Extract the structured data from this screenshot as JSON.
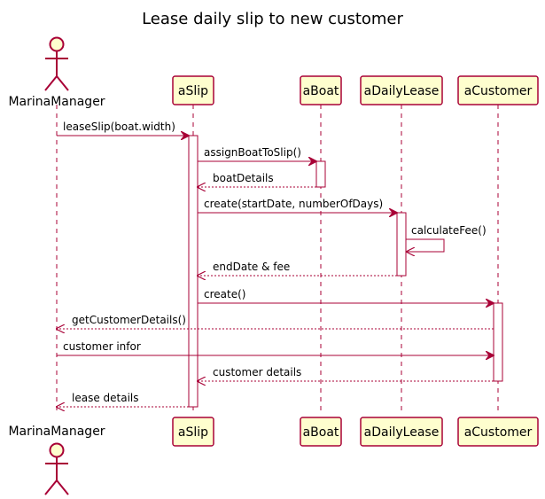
{
  "title": "Lease daily slip to new customer",
  "colors": {
    "line": "#A80036",
    "participant_fill": "#FEFECE",
    "activation_fill": "#FFFFFF"
  },
  "participants": [
    {
      "id": "MarinaManager",
      "label": "MarinaManager",
      "kind": "actor"
    },
    {
      "id": "aSlip",
      "label": "aSlip",
      "kind": "participant"
    },
    {
      "id": "aBoat",
      "label": "aBoat",
      "kind": "participant"
    },
    {
      "id": "aDailyLease",
      "label": "aDailyLease",
      "kind": "participant"
    },
    {
      "id": "aCustomer",
      "label": "aCustomer",
      "kind": "participant"
    }
  ],
  "messages": [
    {
      "from": "MarinaManager",
      "to": "aSlip",
      "label": "leaseSlip(boat.width)",
      "style": "sync"
    },
    {
      "from": "aSlip",
      "to": "aBoat",
      "label": "assignBoatToSlip()",
      "style": "sync"
    },
    {
      "from": "aBoat",
      "to": "aSlip",
      "label": "boatDetails",
      "style": "return"
    },
    {
      "from": "aSlip",
      "to": "aDailyLease",
      "label": "create(startDate, numberOfDays)",
      "style": "sync"
    },
    {
      "from": "aDailyLease",
      "to": "aDailyLease",
      "label": "calculateFee()",
      "style": "self"
    },
    {
      "from": "aDailyLease",
      "to": "aSlip",
      "label": "endDate & fee",
      "style": "return"
    },
    {
      "from": "aSlip",
      "to": "aCustomer",
      "label": "create()",
      "style": "sync"
    },
    {
      "from": "aCustomer",
      "to": "MarinaManager",
      "label": "getCustomerDetails()",
      "style": "return"
    },
    {
      "from": "MarinaManager",
      "to": "aCustomer",
      "label": "customer infor",
      "style": "sync"
    },
    {
      "from": "aCustomer",
      "to": "aSlip",
      "label": "customer details",
      "style": "return"
    },
    {
      "from": "aSlip",
      "to": "MarinaManager",
      "label": "lease details",
      "style": "return"
    }
  ],
  "activations": [
    {
      "participant": "aSlip",
      "from_message": 0,
      "to_message": 10
    },
    {
      "participant": "aBoat",
      "from_message": 1,
      "to_message": 2
    },
    {
      "participant": "aDailyLease",
      "from_message": 3,
      "to_message": 5
    },
    {
      "participant": "aCustomer",
      "from_message": 6,
      "to_message": 9
    }
  ]
}
